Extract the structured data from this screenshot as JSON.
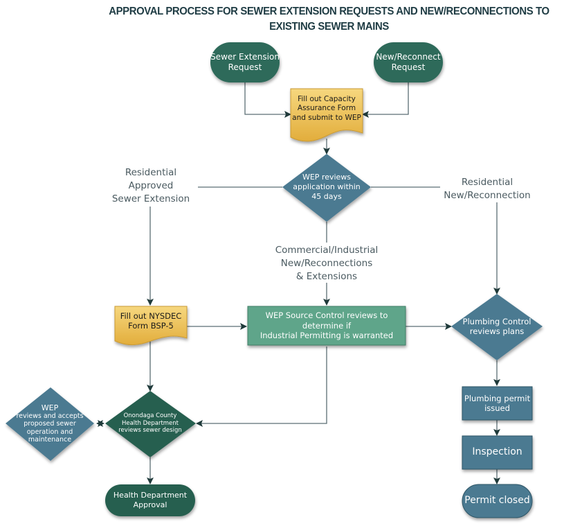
{
  "title": {
    "line1": "APPROVAL PROCESS FOR SEWER EXTENSION REQUESTS AND NEW/RECONNECTIONS TO",
    "line2": "EXISTING SEWER MAINS"
  },
  "colors": {
    "terminator_green": "#2e6b5a",
    "document_yellow": "#f0c45a",
    "decision_blue": "#4b7a91",
    "process_green": "#5fa58a",
    "decision_dark_green": "#285e4f",
    "process_blue": "#4b7a91",
    "line_gray": "#6b7c82",
    "arrow_dark": "#1f3a3a",
    "label_text": "#4a5a60",
    "title_text": "#1f3c44"
  },
  "nodes": {
    "sewer_extension_request": {
      "type": "terminator",
      "text": [
        "Sewer Extension",
        "Request"
      ]
    },
    "new_reconnect_request": {
      "type": "terminator",
      "text": [
        "New/Reconnect",
        "Request"
      ]
    },
    "capacity_form": {
      "type": "document",
      "text": [
        "Fill out Capacity",
        "Assurance Form",
        "and submit to WEP"
      ]
    },
    "wep_review": {
      "type": "decision",
      "text": [
        "WEP reviews",
        "application within",
        "45 days"
      ]
    },
    "nysdec_form": {
      "type": "document",
      "text": [
        "Fill out NYSDEC",
        "Form BSP-5"
      ]
    },
    "source_control": {
      "type": "process",
      "text": [
        "WEP Source Control reviews to",
        "determine if",
        "Industrial Permitting is warranted"
      ]
    },
    "plumbing_control": {
      "type": "decision",
      "text": [
        "Plumbing Control",
        "reviews plans"
      ]
    },
    "wep_accepts": {
      "type": "decision",
      "text": [
        "WEP",
        "reviews and accepts",
        "proposed sewer",
        "operation and",
        "maintenance"
      ]
    },
    "health_dept_review": {
      "type": "decision",
      "text": [
        "Onondaga County",
        "Health Department",
        "reviews sewer design"
      ]
    },
    "health_dept_approval": {
      "type": "terminator",
      "text": [
        "Health Department",
        "Approval"
      ]
    },
    "plumbing_permit": {
      "type": "process",
      "text": [
        "Plumbing permit",
        "issued"
      ]
    },
    "inspection": {
      "type": "process",
      "text": [
        "Inspection"
      ]
    },
    "permit_closed": {
      "type": "terminator",
      "text": [
        "Permit closed"
      ]
    }
  },
  "branch_labels": {
    "residential_extension": [
      "Residential",
      "Approved",
      "Sewer Extension"
    ],
    "residential_reconnection": [
      "Residential",
      "New/Reconnection"
    ],
    "commercial": [
      "Commercial/Industrial",
      "New/Reconnections",
      "& Extensions"
    ]
  }
}
